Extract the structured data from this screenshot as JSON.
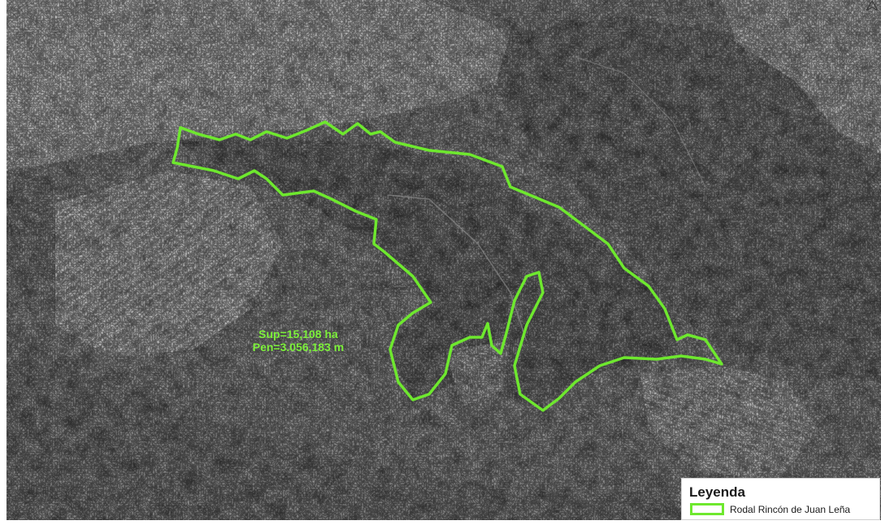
{
  "stand": {
    "area_label": "Sup=15,108 ha",
    "perimeter_label": "Pen=3.056,183 m",
    "outline_color": "#6ee82e"
  },
  "legend": {
    "title": "Leyenda",
    "items": [
      {
        "label": "Rodal Rincón de Juan Leña",
        "symbol": "stand-outline-swatch"
      }
    ]
  },
  "map": {
    "imagery": "grayscale aerial orthophoto",
    "north_arrow_icon": "north-arrow-icon"
  }
}
